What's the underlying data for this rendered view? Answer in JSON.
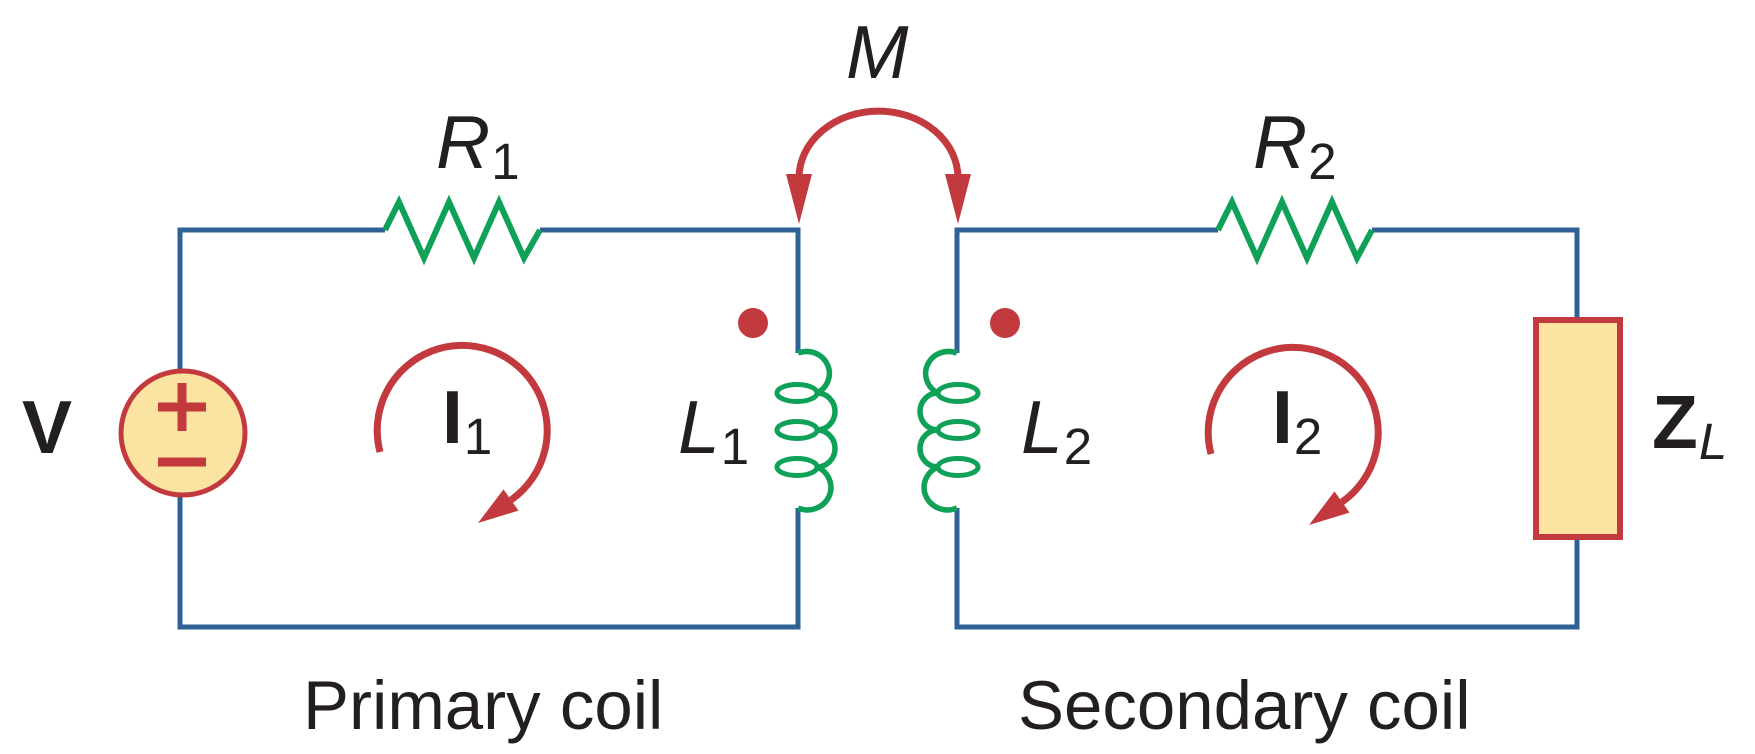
{
  "diagram": {
    "labels": {
      "source": {
        "base": "V"
      },
      "mutual": {
        "base": "M"
      },
      "r1": {
        "base": "R",
        "sub": "1"
      },
      "r2": {
        "base": "R",
        "sub": "2"
      },
      "l1": {
        "base": "L",
        "sub": "1"
      },
      "l2": {
        "base": "L",
        "sub": "2"
      },
      "i1": {
        "base": "I",
        "sub": "1"
      },
      "i2": {
        "base": "I",
        "sub": "2"
      },
      "zl": {
        "base": "Z",
        "sub": "L"
      }
    },
    "captions": {
      "primary": "Primary coil",
      "secondary": "Secondary coil"
    },
    "colors": {
      "wire": "#2E6195",
      "component_green": "#0FA158",
      "accent_red": "#C23A3E",
      "fill_yellow": "#FBE4A1",
      "text": "#231F20"
    }
  }
}
